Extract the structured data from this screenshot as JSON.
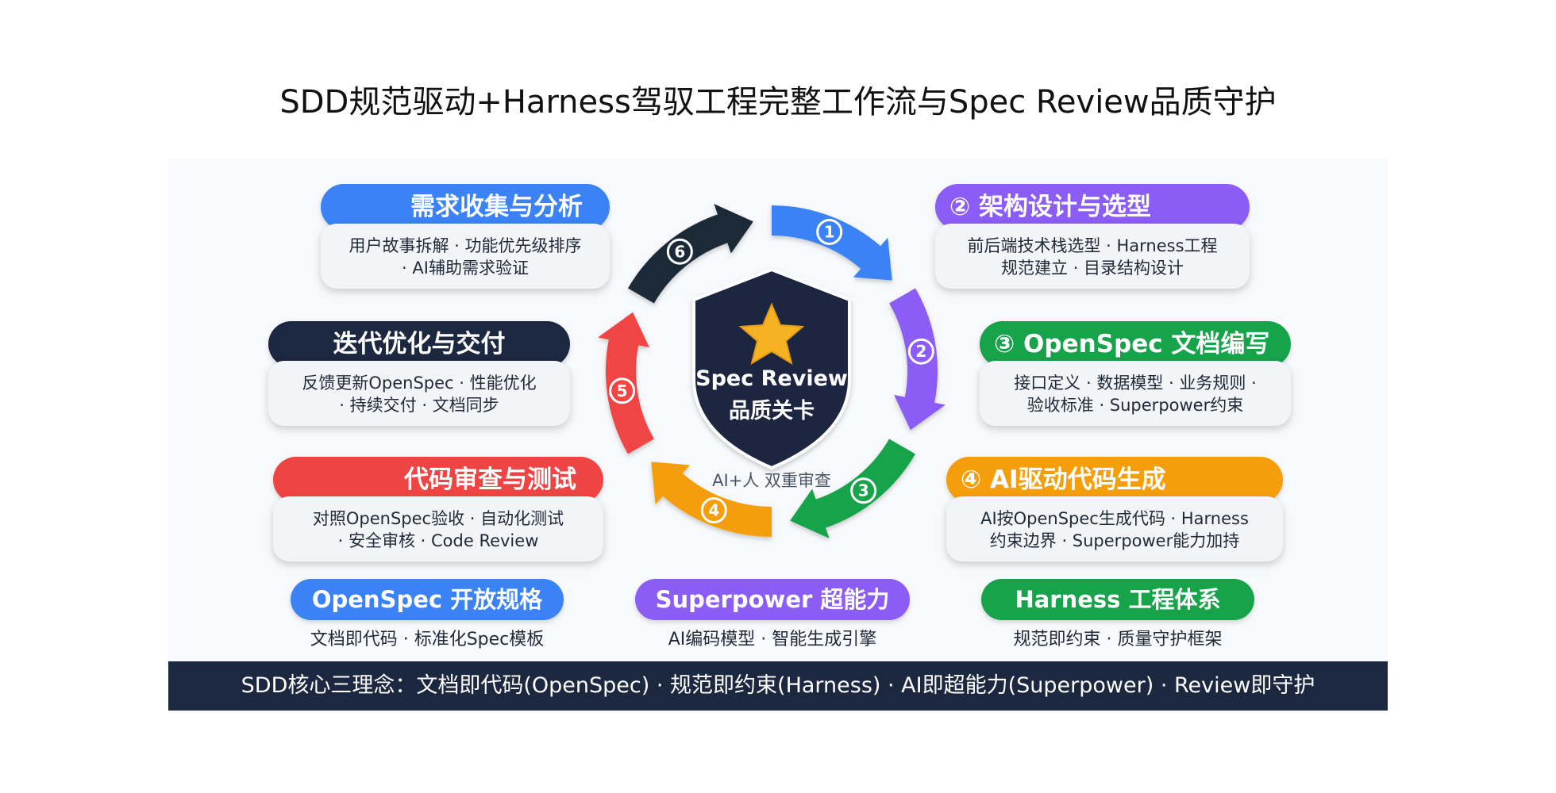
{
  "title": "SDD规范驱动+Harness驾驭工程完整工作流与Spec Review品质守护",
  "center": {
    "label_line1": "Spec Review",
    "label_line2": "品质关卡",
    "caption": "AI+人 双重审查",
    "icon": "star-icon"
  },
  "steps": [
    {
      "number": "①",
      "title": "需求收集与分析",
      "desc_line1": "用户故事拆解 · 功能优先级排序",
      "desc_line2": "· AI辅助需求验证",
      "color": "#3b82f6"
    },
    {
      "number": "②",
      "title": "② 架构设计与选型",
      "desc_line1": "前后端技术栈选型 · Harness工程",
      "desc_line2": "规范建立 · 目录结构设计",
      "color": "#8b5cf6"
    },
    {
      "number": "③",
      "title": "③ OpenSpec 文档编写",
      "desc_line1": "接口定义 · 数据模型 · 业务规则 ·",
      "desc_line2": "验收标准 · Superpower约束",
      "color": "#16a34a"
    },
    {
      "number": "④",
      "title": "④ AI驱动代码生成",
      "desc_line1": "AI按OpenSpec生成代码 · Harness",
      "desc_line2": "约束边界 · Superpower能力加持",
      "color": "#f59e0b"
    },
    {
      "number": "⑤",
      "title": "代码审查与测试",
      "desc_line1": "对照OpenSpec验收 · 自动化测试",
      "desc_line2": "· 安全审核 · Code Review",
      "color": "#ef4444"
    },
    {
      "number": "⑥",
      "title": "迭代优化与交付",
      "desc_line1": "反馈更新OpenSpec · 性能优化",
      "desc_line2": "· 持续交付 · 文档同步",
      "color": "#1f2937"
    }
  ],
  "pillars": [
    {
      "title": "OpenSpec 开放规格",
      "desc": "文档即代码 · 标准化Spec模板",
      "color": "#3b82f6"
    },
    {
      "title": "Superpower 超能力",
      "desc": "AI编码模型 · 智能生成引擎",
      "color": "#8b5cf6"
    },
    {
      "title": "Harness 工程体系",
      "desc": "规范即约束 · 质量守护框架",
      "color": "#16a34a"
    }
  ],
  "footer": "SDD核心三理念：文档即代码(OpenSpec) · 规范即约束(Harness) · AI即超能力(Superpower) · Review即守护"
}
